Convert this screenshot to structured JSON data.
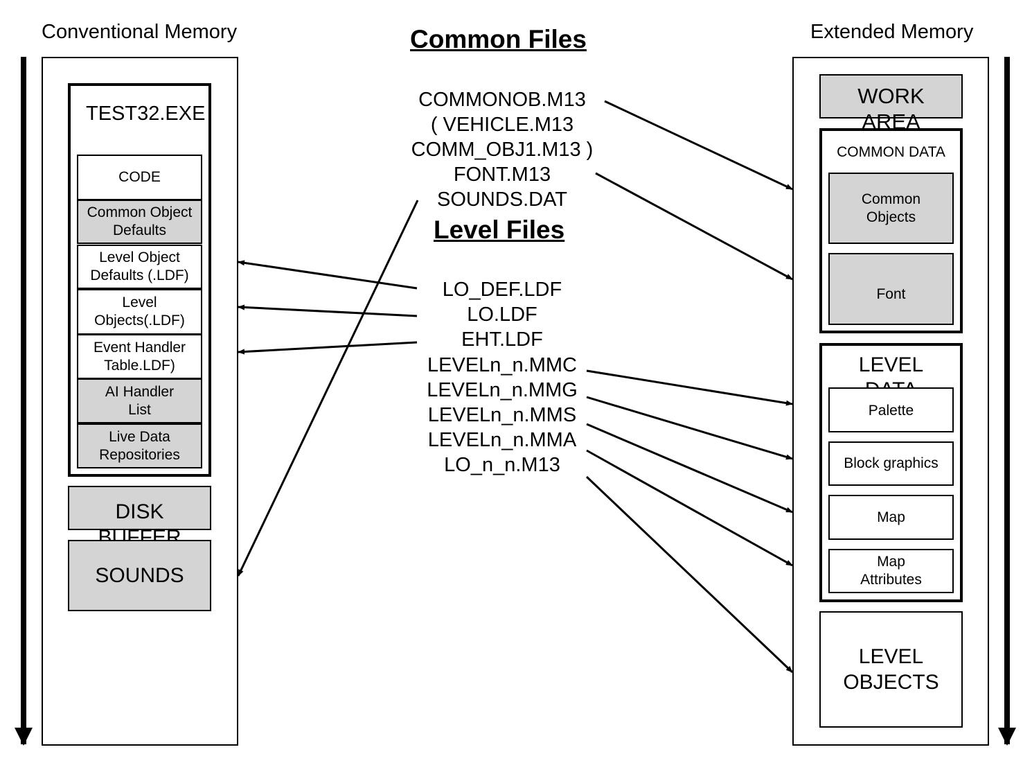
{
  "left_column": {
    "title": "Conventional Memory",
    "exe": {
      "title": "TEST32.EXE",
      "sections": [
        {
          "label": "CODE"
        },
        {
          "label": "Common Object\nDefaults"
        },
        {
          "label": "Level Object\nDefaults (.LDF)"
        },
        {
          "label": "Level\nObjects(.LDF)"
        },
        {
          "label": "Event Handler\nTable.LDF)"
        },
        {
          "label": "AI Handler\nList"
        },
        {
          "label": "Live Data\nRepositories"
        }
      ]
    },
    "disk_buffer": "DISK\nBUFFER",
    "sounds": "SOUNDS"
  },
  "center": {
    "common_heading": "Common Files",
    "common_files": [
      "COMMONOB.M13",
      "( VEHICLE.M13",
      "COMM_OBJ1.M13 )",
      "FONT.M13",
      "SOUNDS.DAT"
    ],
    "level_heading": "Level Files",
    "level_files": [
      "LO_DEF.LDF",
      "LO.LDF",
      "EHT.LDF",
      "LEVELn_n.MMC",
      "LEVELn_n.MMG",
      "LEVELn_n.MMS",
      "LEVELn_n.MMA",
      "LO_n_n.M13"
    ]
  },
  "right_column": {
    "title": "Extended Memory",
    "work_area": "WORK\nAREA",
    "common_data": {
      "title": "COMMON DATA",
      "items": [
        {
          "label": "Common\nObjects"
        },
        {
          "label": "Font"
        }
      ]
    },
    "level_data": {
      "title": "LEVEL\nDATA",
      "items": [
        {
          "label": "Palette"
        },
        {
          "label": "Block graphics"
        },
        {
          "label": "Map"
        },
        {
          "label": "Map\nAttributes"
        }
      ]
    },
    "level_objects": "LEVEL\nOBJECTS"
  },
  "colors": {
    "ink": "#000000",
    "shade": "#d4d4d4",
    "paper": "#ffffff"
  }
}
